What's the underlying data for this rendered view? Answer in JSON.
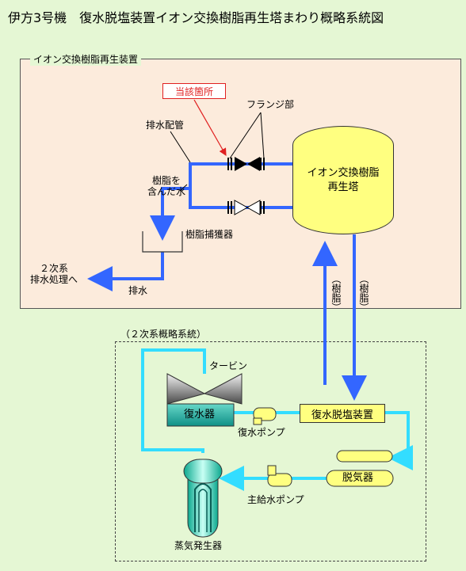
{
  "title": "伊方3号機　復水脱塩装置イオン交換樹脂再生塔まわり概略系統図",
  "regen_unit": {
    "label": "イオン交換樹脂再生装置",
    "affected_point": "当該箇所",
    "flange_label": "フランジ部",
    "drain_pipe_label": "排水配管",
    "resin_water_label_1": "樹脂を",
    "resin_water_label_2": "含んだ水",
    "tank_label_1": "イオン交換樹脂",
    "tank_label_2": "再生塔",
    "trap_label": "樹脂捕獲器",
    "drain_label": "排水",
    "destination_label_1": "２次系",
    "destination_label_2": "排水処理へ",
    "resin_up_label": "（樹脂）",
    "resin_down_label": "（樹脂）"
  },
  "secondary_system": {
    "label": "（２次系概略系統）",
    "turbine": "タービン",
    "condenser": "復水器",
    "condensate_pump": "復水ポンプ",
    "demineralizer": "復水脱塩装置",
    "deaerator": "脱気器",
    "feed_pump": "主給水ポンプ",
    "steam_generator": "蒸気発生器"
  },
  "colors": {
    "background": "#e5f7d4",
    "panel": "#fcebdc",
    "blue_pipe": "#3366ff",
    "cyan_pipe": "#33ddff",
    "vessel_yellow": "#ffff80",
    "alert_red": "#e02020"
  }
}
